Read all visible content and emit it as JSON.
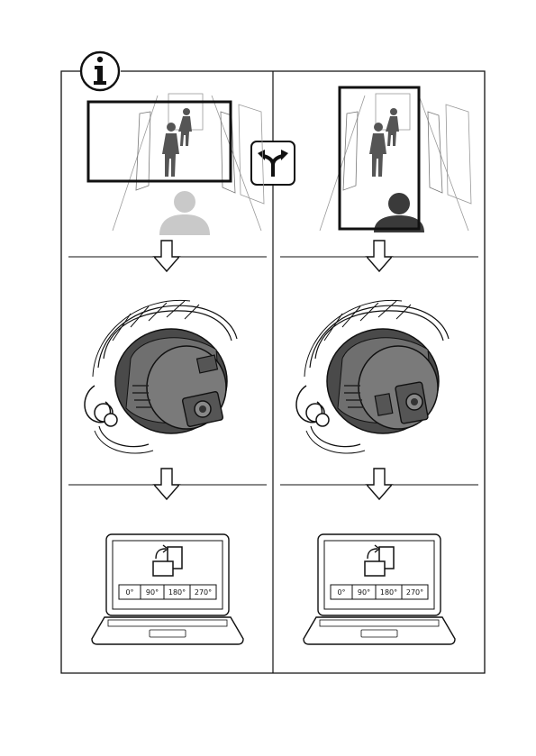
{
  "info": {
    "icon": "info-icon"
  },
  "switch": {
    "icon": "fork-arrows-icon"
  },
  "colors": {
    "line": "#111111",
    "camera_body": "#6f6f6f",
    "camera_dark": "#3a3a3a",
    "ghost": "#c9c9c9"
  },
  "panels": [
    {
      "orientation": "landscape",
      "rotation_options": [
        "0°",
        "90°",
        "180°",
        "270°"
      ]
    },
    {
      "orientation": "portrait",
      "rotation_options": [
        "0°",
        "90°",
        "180°",
        "270°"
      ]
    }
  ]
}
